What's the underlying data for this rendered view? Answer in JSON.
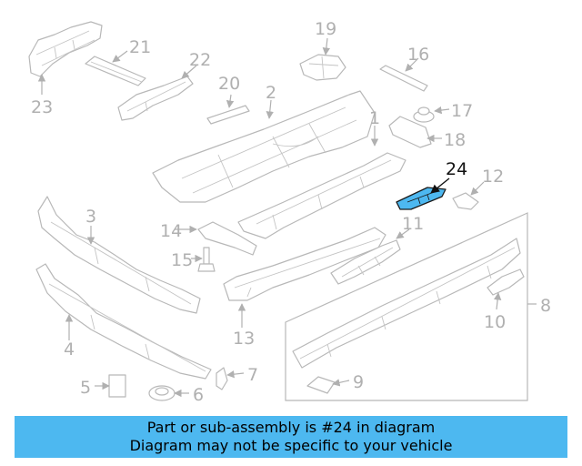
{
  "colors": {
    "banner_bg": "#4db8f0",
    "highlight_fill": "#4db8f0",
    "line_gray": "#b8b8b8"
  },
  "callouts": [
    "1",
    "2",
    "3",
    "4",
    "5",
    "6",
    "7",
    "8",
    "9",
    "10",
    "11",
    "12",
    "13",
    "14",
    "15",
    "16",
    "17",
    "18",
    "19",
    "20",
    "21",
    "22",
    "23",
    "24"
  ],
  "highlighted_part": "24",
  "banner": {
    "line1": "Part or sub-assembly is #24 in diagram",
    "line2": "Diagram may not be specific to your vehicle"
  }
}
